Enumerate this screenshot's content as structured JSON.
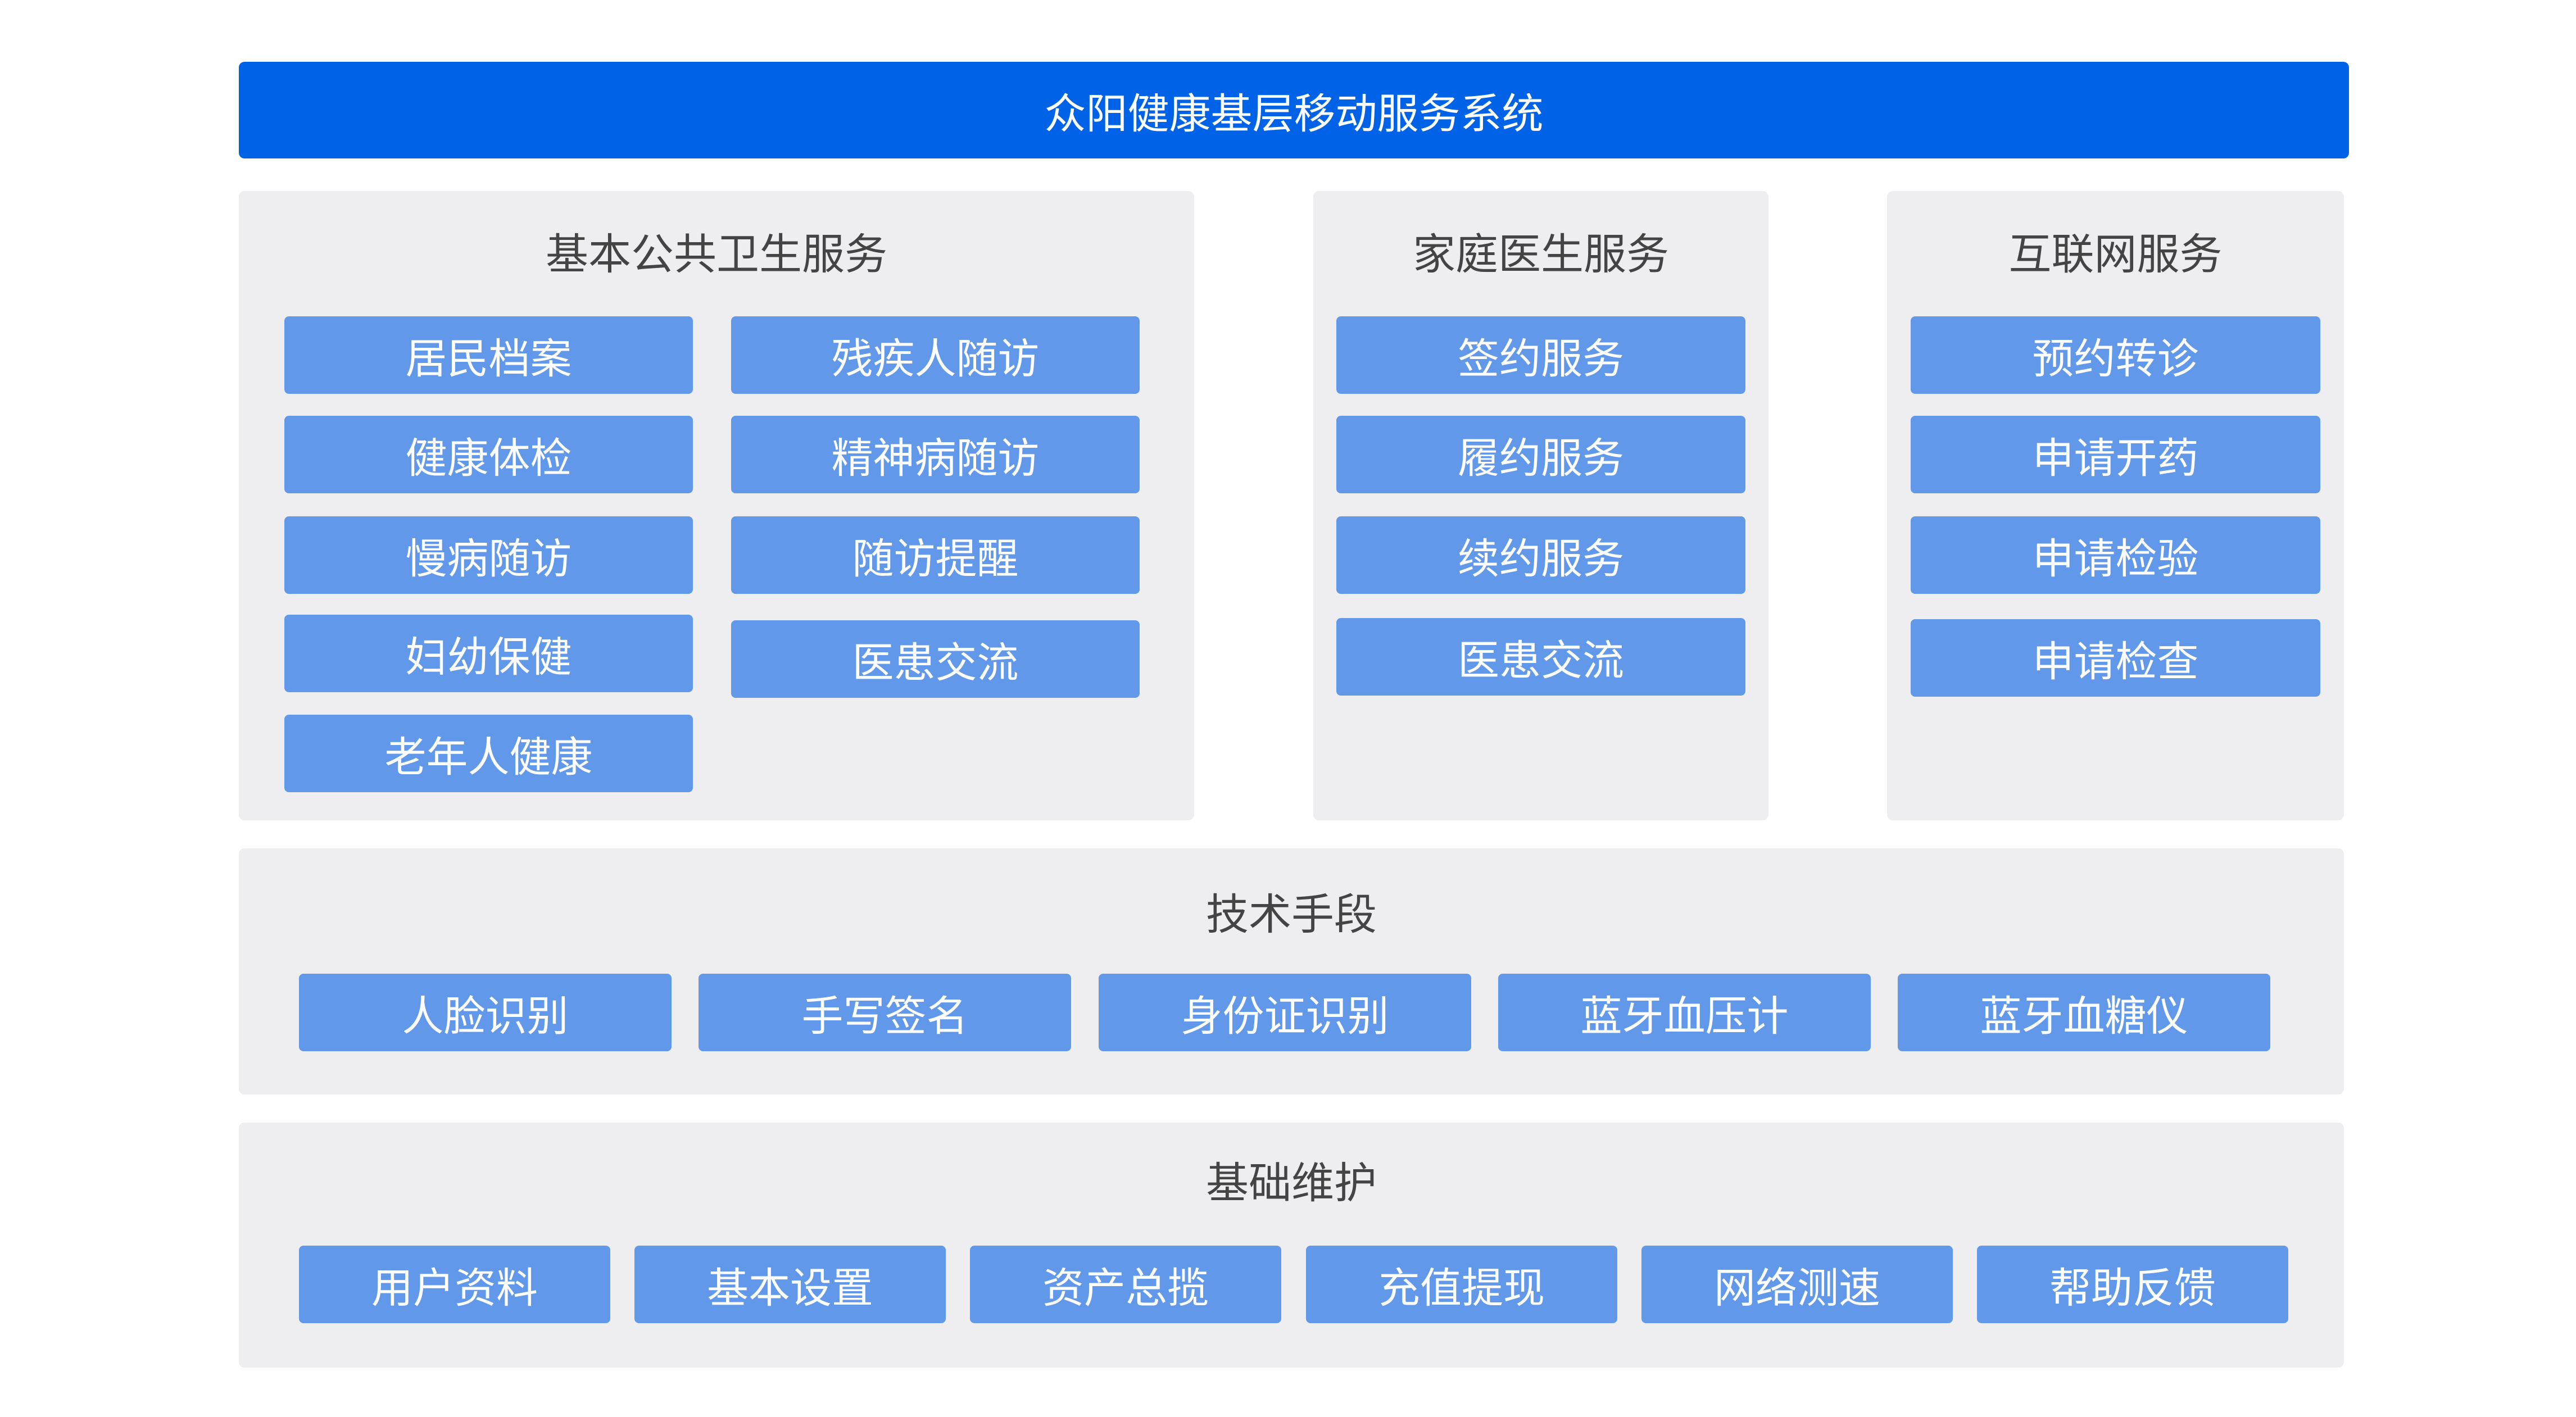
{
  "header": {
    "title": "众阳健康基层移动服务系统"
  },
  "panels": {
    "public_health": {
      "title": "基本公共卫生服务",
      "left_items": [
        "居民档案",
        "健康体检",
        "慢病随访",
        "妇幼保健",
        "老年人健康"
      ],
      "right_items": [
        "残疾人随访",
        "精神病随访",
        "随访提醒",
        "医患交流"
      ]
    },
    "family_doctor": {
      "title": "家庭医生服务",
      "items": [
        "签约服务",
        "履约服务",
        "续约服务",
        "医患交流"
      ]
    },
    "internet": {
      "title": "互联网服务",
      "items": [
        "预约转诊",
        "申请开药",
        "申请检验",
        "申请检查"
      ]
    },
    "technology": {
      "title": "技术手段",
      "items": [
        "人脸识别",
        "手写签名",
        "身份证识别",
        "蓝牙血压计",
        "蓝牙血糖仪"
      ]
    },
    "maintenance": {
      "title": "基础维护",
      "items": [
        "用户资料",
        "基本设置",
        "资产总揽",
        "充值提现",
        "网络测速",
        "帮助反馈"
      ]
    }
  },
  "colors": {
    "banner": "#0062e6",
    "panel_bg": "#eeeef0",
    "chip_bg": "#6198e9",
    "title_text": "#444444"
  }
}
